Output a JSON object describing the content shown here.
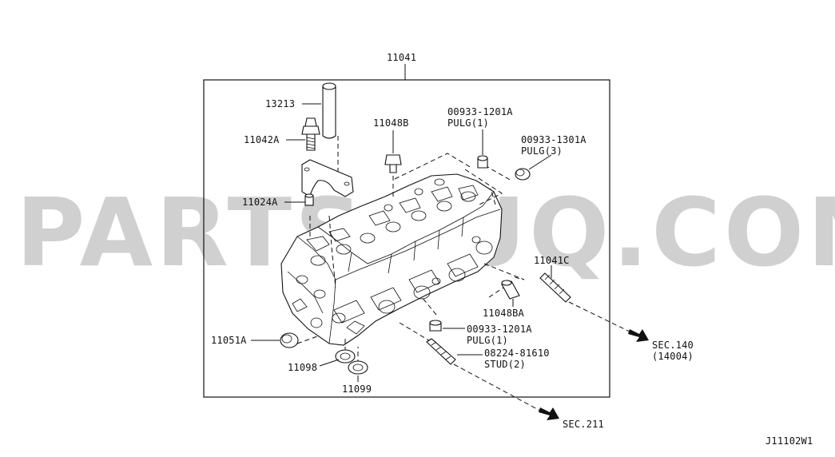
{
  "watermark": "PARTSOUQ.COM",
  "diagram_code": "J11102W1",
  "callouts": {
    "main": "11041",
    "sleeve": "13213",
    "bolt": "11042A",
    "plug_bolt": "11048B",
    "plug1_code": "00933-1201A",
    "plug1_name": "PULG(1)",
    "plug3_code": "00933-1301A",
    "plug3_name": "PULG(3)",
    "dowel": "11024A",
    "stud_c": "11041C",
    "plug_ba": "11048BA",
    "plug1b_code": "00933-1201A",
    "plug1b_name": "PULG(1)",
    "stud_code": "08224-81610",
    "stud_name": "STUD(2)",
    "cap": "11051A",
    "seal_a": "11098",
    "seal_b": "11099"
  },
  "sections": {
    "sec140_line1": "SEC.140",
    "sec140_line2": "(14004)",
    "sec211": "SEC.211"
  }
}
